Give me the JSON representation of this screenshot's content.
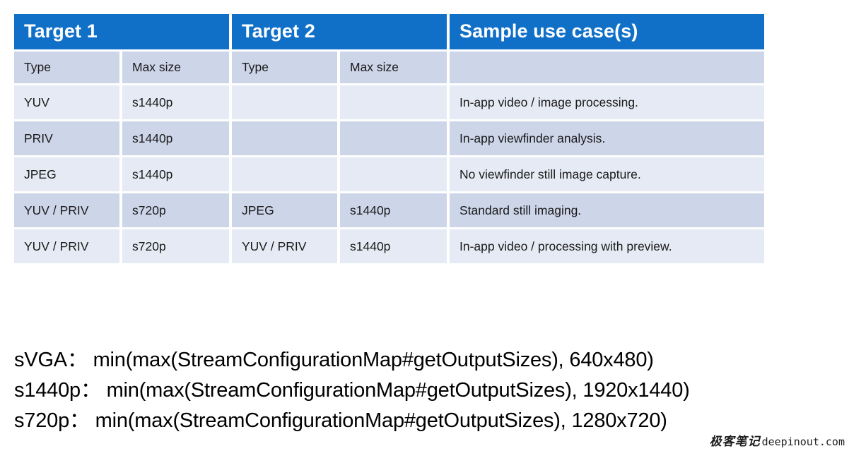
{
  "table": {
    "headers": [
      {
        "label": "Target 1",
        "colspan": 2
      },
      {
        "label": "Target 2",
        "colspan": 2
      },
      {
        "label": "Sample use case(s)",
        "colspan": 1
      }
    ],
    "subheaders": [
      "Type",
      "Max size",
      "Type",
      "Max size",
      ""
    ],
    "rows": [
      {
        "target1_type": "YUV",
        "target1_max": "s1440p",
        "target2_type": "",
        "target2_max": "",
        "use_case": "In-app video / image processing."
      },
      {
        "target1_type": "PRIV",
        "target1_max": "s1440p",
        "target2_type": "",
        "target2_max": "",
        "use_case": "In-app viewfinder analysis."
      },
      {
        "target1_type": "JPEG",
        "target1_max": "s1440p",
        "target2_type": "",
        "target2_max": "",
        "use_case": "No viewfinder still image capture."
      },
      {
        "target1_type": "YUV / PRIV",
        "target1_max": "s720p",
        "target2_type": "JPEG",
        "target2_max": "s1440p",
        "use_case": "Standard still imaging."
      },
      {
        "target1_type": "YUV / PRIV",
        "target1_max": "s720p",
        "target2_type": "YUV / PRIV",
        "target2_max": "s1440p",
        "use_case": "In-app video / processing with preview."
      }
    ]
  },
  "legend": {
    "lines": [
      "sVGA：  min(max(StreamConfigurationMap#getOutputSizes), 640x480)",
      "s1440p：  min(max(StreamConfigurationMap#getOutputSizes), 1920x1440)",
      "s720p：  min(max(StreamConfigurationMap#getOutputSizes), 1280x720)"
    ]
  },
  "watermark": {
    "cn": "极客笔记",
    "en": "deepinout.com"
  },
  "colors": {
    "header_blue": "#1070C8",
    "row_dark": "#CDD5E9",
    "row_light": "#E6EAF4",
    "text": "#1a1a1a",
    "page_background": "#ffffff"
  }
}
